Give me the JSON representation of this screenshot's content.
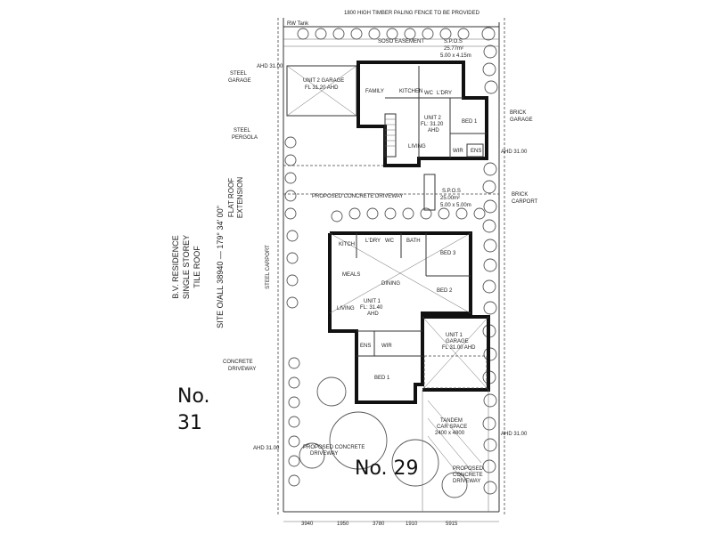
{
  "street_numbers": {
    "left": "No.",
    "left_num": "31",
    "bottom": "No. 29"
  },
  "side_notes": {
    "residence": [
      "B.V. RESIDENCE",
      "SINGLE STOREY",
      "TILE ROOF"
    ],
    "site": "SITE O/ALL 38940 — 179° 34' 00\"",
    "flat_roof": [
      "FLAT ROOF",
      "EXTENSION"
    ],
    "steel_carport": "STEEL CARPORT"
  },
  "left_labels": {
    "steel_garage": [
      "STEEL",
      "GARAGE"
    ],
    "steel_pergola": [
      "STEEL",
      "PERGOLA"
    ],
    "concrete_driveway": [
      "CONCRETE",
      "DRIVEWAY"
    ],
    "ahd_top": "AHD 31.00",
    "ahd_bottom": "AHD 31.00"
  },
  "right_labels": {
    "brick_garage": [
      "BRICK",
      "GARAGE"
    ],
    "brick_carport": [
      "BRICK",
      "CARPORT"
    ],
    "ahd_top": "AHD 31.00",
    "ahd_bottom": "AHD 31.00"
  },
  "top": {
    "fence_note": "1800 HIGH TIMBER PALING FENCE TO BE PROVIDED",
    "rainwater_tank": "RW Tank",
    "easement": "SOSO EASEMENT",
    "spos_title": "S.P.O.S",
    "spos_area": "25.77m²",
    "spos_dims": "5.00 x 4.15m"
  },
  "unit2": {
    "garage": "UNIT 2 GARAGE",
    "garage_fl": "FL 31.20 AHD",
    "family": "FAMILY",
    "kitchen": "KITCHEN",
    "wc": "WC",
    "ldry": "L'DRY",
    "title": "UNIT 2",
    "fl": "FL: 31.20",
    "ahd": "AHD",
    "living": "LIVING",
    "bed1": "BED 1",
    "wir": "WIR",
    "ens": "ENS"
  },
  "mid": {
    "proposed_concrete": "PROPOSED CONCRETE DRIVEWAY",
    "spos_title": "S.P.O.S",
    "spos_area": "25.00m²",
    "spos_dims": "5.00 x 5.00m"
  },
  "unit1": {
    "kitch": "KITCH",
    "ldry": "L'DRY",
    "wc": "WC",
    "bath": "BATH",
    "bed3": "BED 3",
    "meals": "MEALS",
    "dining": "DINING",
    "bed2": "BED 2",
    "living": "LIVING",
    "title": "UNIT 1",
    "fl": "FL: 31.40",
    "ahd": "AHD",
    "garage_title": "UNIT 1",
    "garage": "GARAGE",
    "garage_fl": "FL 31.00 AHD",
    "ens": "ENS",
    "wir": "WIR",
    "bed1": "BED 1"
  },
  "lower": {
    "tandem": [
      "TANDEM",
      "CAR SPACE",
      "2400 x 4800"
    ],
    "proposed_concrete_left": [
      "PROPOSED CONCRETE",
      "DRIVEWAY"
    ],
    "proposed_concrete_right": [
      "PROPOSED",
      "CONCRETE",
      "DRIVEWAY"
    ]
  },
  "bottom_dims": [
    "3940",
    "1950",
    "3780",
    "1910",
    "5915"
  ]
}
